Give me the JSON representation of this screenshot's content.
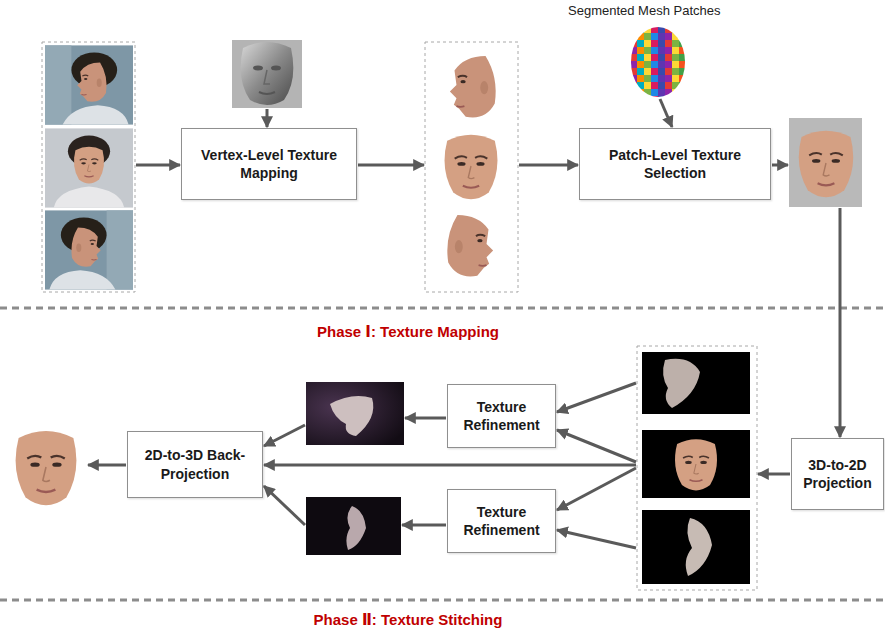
{
  "diagram": {
    "nodes": [
      {
        "text": [
          "Vertex-Level Texture Mapping"
        ]
      },
      {
        "text": [
          "Patch-Level Texture Selection"
        ]
      },
      {
        "text": [
          "3D-to-2D Projection"
        ]
      },
      {
        "text": [
          "Texture Refinement"
        ]
      },
      {
        "text": [
          "Texture Refinement"
        ]
      },
      {
        "text": [
          "2D-to-3D Back-Projection"
        ]
      }
    ],
    "labels": [
      "Segmented Mesh Patches",
      "Phase Ⅰ: Texture Mapping",
      "Phase Ⅱ: Texture Stitching"
    ]
  }
}
